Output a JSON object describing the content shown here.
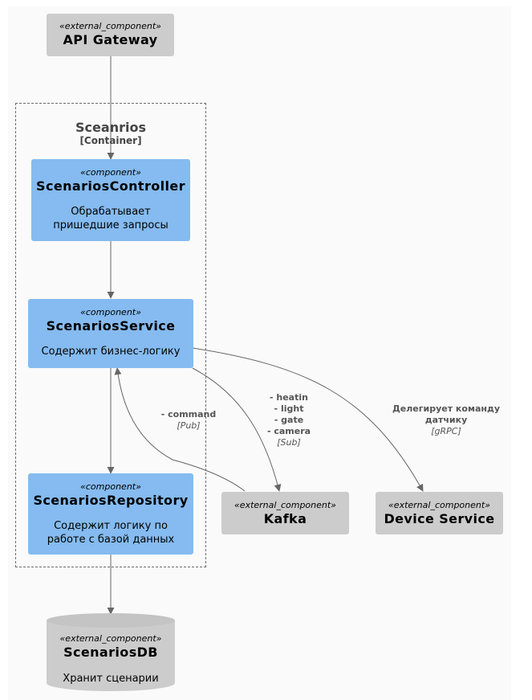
{
  "boundary": {
    "title": "Sceanrios",
    "subtitle": "[Container]"
  },
  "nodes": {
    "api_gateway": {
      "stereotype": "«external_component»",
      "title": "API Gateway"
    },
    "controller": {
      "stereotype": "«component»",
      "title": "ScenariosController",
      "desc_line1": "Обрабатывает",
      "desc_line2": "пришедшие запросы"
    },
    "service": {
      "stereotype": "«component»",
      "title": "ScenariosService",
      "desc_line1": "Содержит бизнес-логику"
    },
    "repository": {
      "stereotype": "«component»",
      "title": "ScenariosRepository",
      "desc_line1": "Содержит логику по",
      "desc_line2": "работе с базой данных"
    },
    "kafka": {
      "stereotype": "«external_component»",
      "title": "Kafka"
    },
    "device_service": {
      "stereotype": "«external_component»",
      "title": "Device Service"
    },
    "db": {
      "stereotype": "«external_component»",
      "title": "ScenariosDB",
      "desc_line1": "Хранит сценарии"
    }
  },
  "edges": {
    "kafka_to_service": {
      "line1": "- command",
      "tech": "[Pub]"
    },
    "service_to_kafka": {
      "line1": "- heatin",
      "line2": "- light",
      "line3": "- gate",
      "line4": "- camera",
      "tech": "[Sub]"
    },
    "service_to_device": {
      "line1": "Делегирует команду",
      "line2": "датчику",
      "tech": "[gRPC]"
    }
  },
  "colors": {
    "component": "#85bbf0",
    "external": "#cccccc",
    "arrow": "#666666",
    "boundary_border": "#6b6b6b"
  }
}
